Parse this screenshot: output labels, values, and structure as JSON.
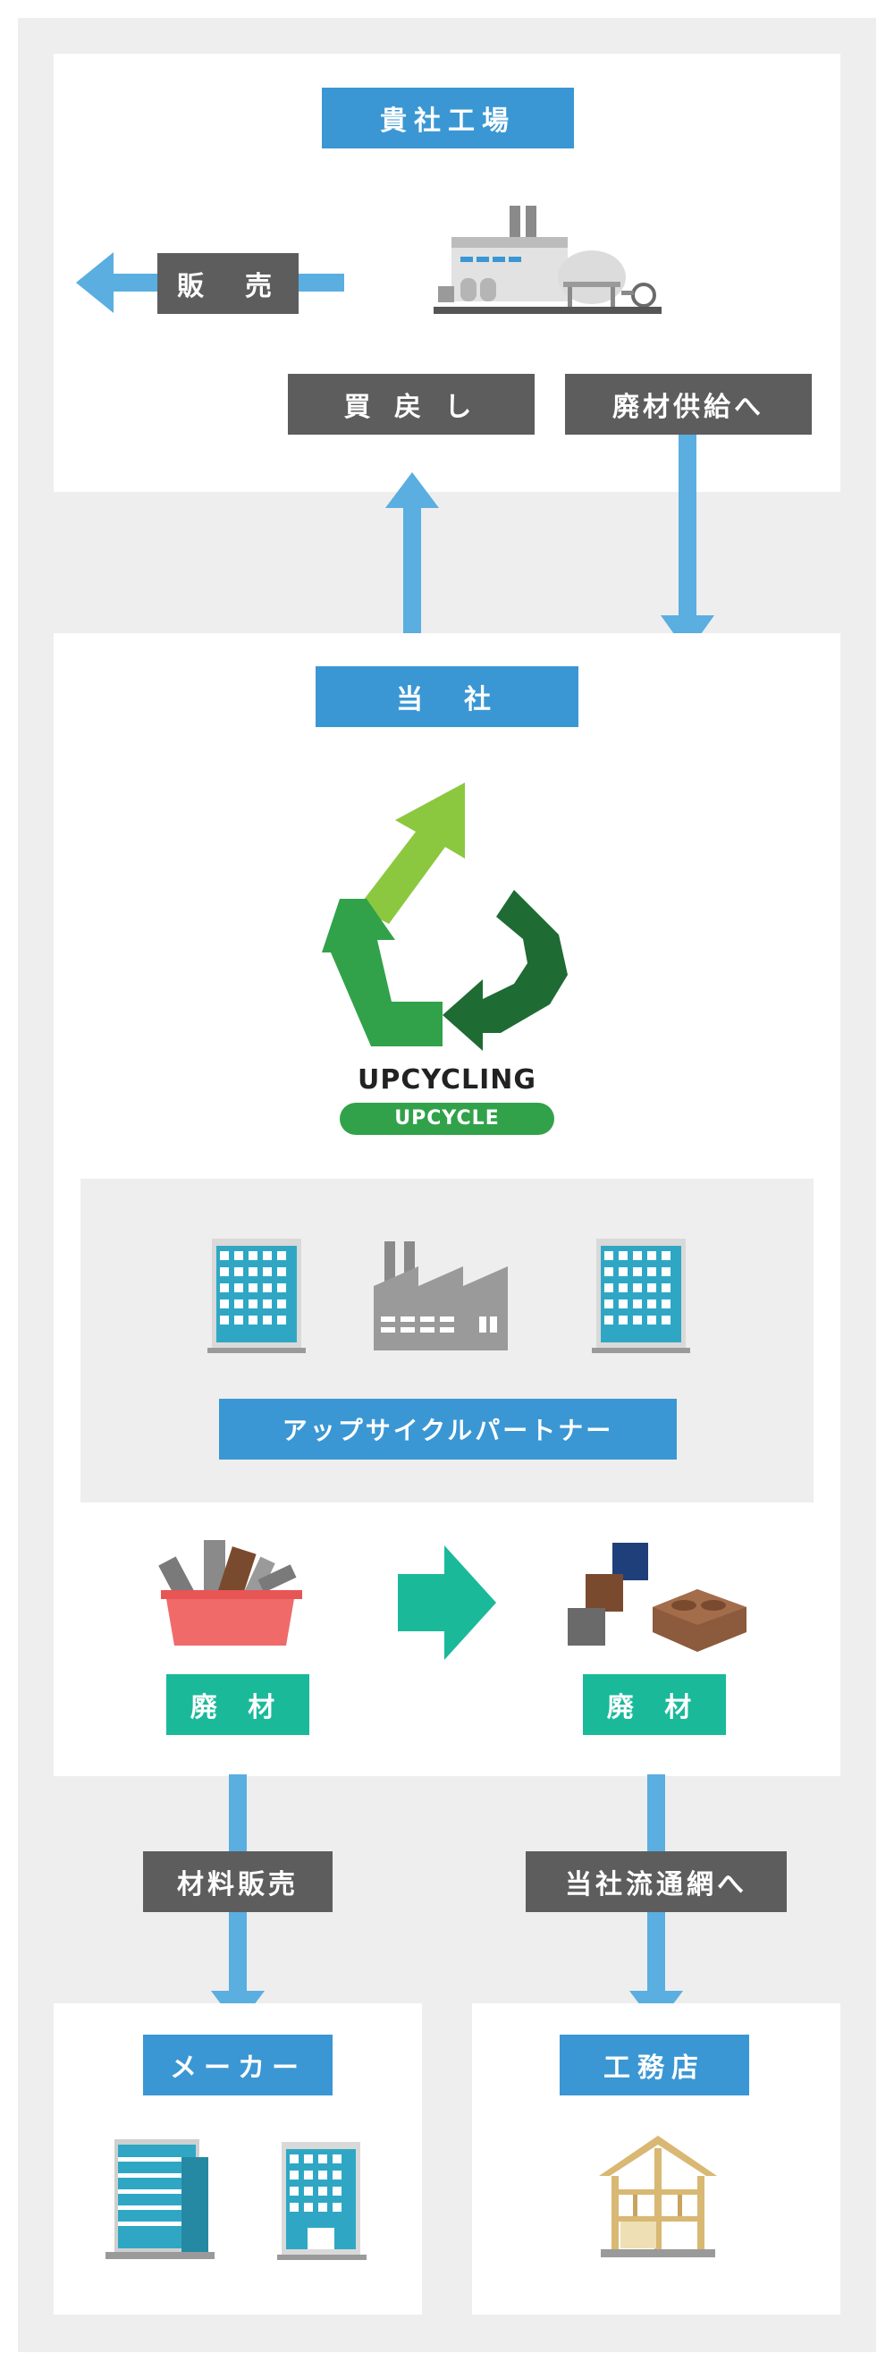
{
  "factory": {
    "title": "貴社工場",
    "sell": "販　売",
    "buyback": "買 戻 し",
    "supply": "廃材供給へ"
  },
  "company": {
    "title": "当　社",
    "logo_word": "UPCYCLING",
    "logo_badge": "UPCYCLE",
    "partner_label": "アップサイクルパートナー",
    "waste_left": "廃 材",
    "waste_right": "廃 材"
  },
  "bottom": {
    "sales": "材料販売",
    "network": "当社流通網へ",
    "maker": "メーカー",
    "builder": "工務店"
  },
  "colors": {
    "blue_label": "#3a97d4",
    "dark_label": "#5d5d5d",
    "teal_label": "#1ab99a",
    "arrow": "#5aaee0",
    "recycle_light": "#8cc83f",
    "recycle_mid": "#31a24a",
    "recycle_dark": "#1e6b34"
  }
}
